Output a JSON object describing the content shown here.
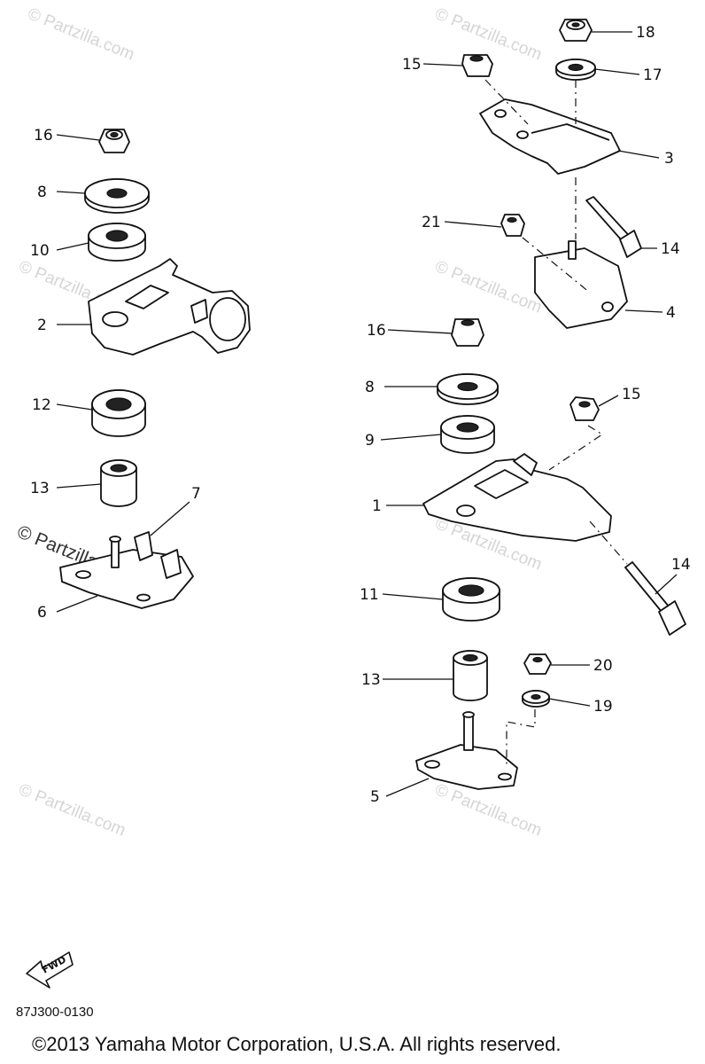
{
  "watermark": "© Partzilla.com",
  "callouts": [
    "1",
    "2",
    "3",
    "4",
    "5",
    "6",
    "7",
    "8",
    "9",
    "10",
    "11",
    "12",
    "13",
    "14",
    "15",
    "16",
    "17",
    "18",
    "19",
    "20",
    "21"
  ],
  "fwd_label": "FWD",
  "diagram_code": "87J300-0130",
  "copyright": "©2013 Yamaha Motor Corporation, U.S.A. All rights reserved."
}
